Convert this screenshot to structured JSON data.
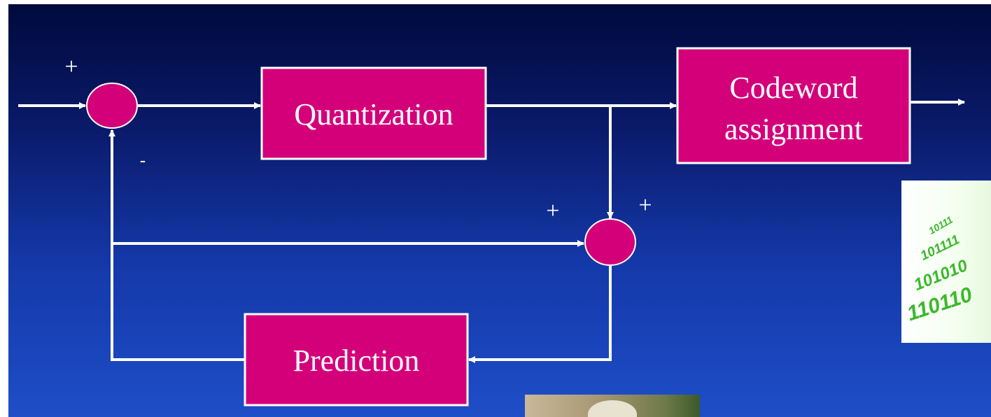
{
  "blocks": {
    "quantization": "Quantization",
    "codeword_line1": "Codeword",
    "codeword_line2": "assignment",
    "prediction": "Prediction"
  },
  "signs": {
    "input_plus": "+",
    "feedback_minus": "-",
    "adder_left_plus": "+",
    "adder_top_plus": "+"
  },
  "images": {
    "binary_graphic": {
      "digits_1": "110110",
      "digits_2": "101010",
      "digits_3": "101111",
      "digits_4": "10111"
    }
  },
  "colors": {
    "block_fill": "#d4007a",
    "line": "#ffffff",
    "background_top": "#000a3c",
    "background_bottom": "#1e4ec8",
    "binary_digits": "#3cb82c"
  }
}
